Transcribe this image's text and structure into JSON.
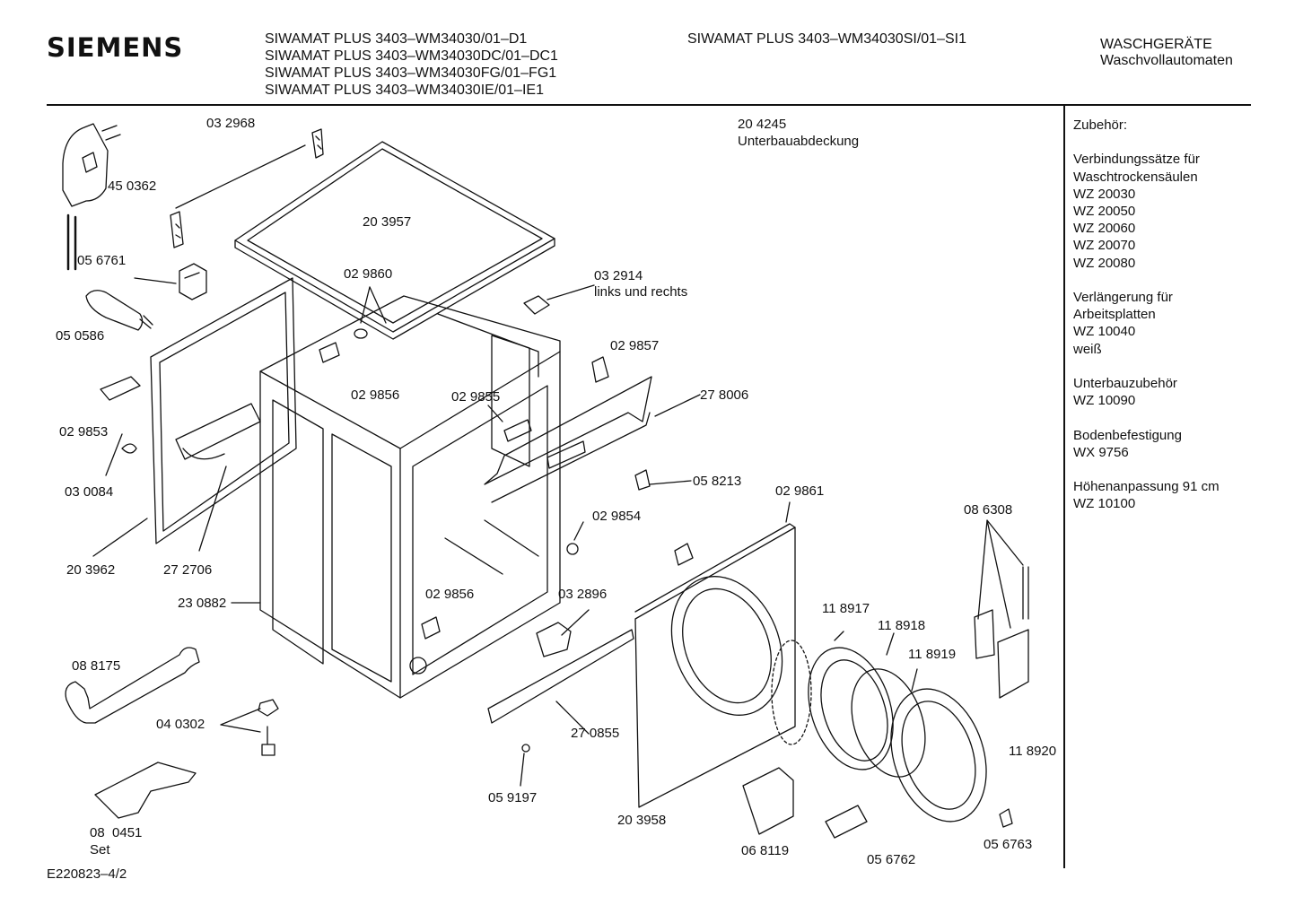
{
  "header": {
    "brand": "SIEMENS",
    "models_left": [
      "SIWAMAT PLUS 3403–WM34030/01–D1",
      "SIWAMAT PLUS 3403–WM34030DC/01–DC1",
      "SIWAMAT PLUS 3403–WM34030FG/01–FG1",
      "SIWAMAT PLUS 3403–WM34030IE/01–IE1"
    ],
    "model_right": "SIWAMAT PLUS 3403–WM34030SI/01–SI1",
    "category": [
      "WASCHGERÄTE",
      "Waschvollautomaten"
    ]
  },
  "sidebar": {
    "text": "Zubehör:\n\nVerbindungssätze für\nWaschtrockensäulen\nWZ 20030\nWZ 20050\nWZ 20060\nWZ 20070\nWZ 20080\n\nVerlängerung für\nArbeitsplatten\nWZ 10040\nweiß\n\nUnterbauzubehör\nWZ 10090\n\nBodenbefestigung\nWX 9756\n\nHöhenanpassung 91 cm\nWZ 10100"
  },
  "parts": [
    {
      "id": "p_032968",
      "label": "03 2968"
    },
    {
      "id": "p_450362",
      "label": "45 0362"
    },
    {
      "id": "p_203957",
      "label": "20 3957"
    },
    {
      "id": "p_204245a",
      "label": "20 4245"
    },
    {
      "id": "p_204245b",
      "label": "Unterbauabdeckung"
    },
    {
      "id": "p_056761",
      "label": "05 6761"
    },
    {
      "id": "p_029860",
      "label": "02 9860"
    },
    {
      "id": "p_032914a",
      "label": "03 2914"
    },
    {
      "id": "p_032914b",
      "label": "links und rechts"
    },
    {
      "id": "p_050586",
      "label": "05 0586"
    },
    {
      "id": "p_029857",
      "label": "02 9857"
    },
    {
      "id": "p_029856a",
      "label": "02 9856"
    },
    {
      "id": "p_029855",
      "label": "02 9855"
    },
    {
      "id": "p_278006",
      "label": "27 8006"
    },
    {
      "id": "p_029853",
      "label": "02 9853"
    },
    {
      "id": "p_030084",
      "label": "03 0084"
    },
    {
      "id": "p_058213",
      "label": "05 8213"
    },
    {
      "id": "p_029861",
      "label": "02 9861"
    },
    {
      "id": "p_029854",
      "label": "02 9854"
    },
    {
      "id": "p_086308",
      "label": "08 6308"
    },
    {
      "id": "p_203962",
      "label": "20 3962"
    },
    {
      "id": "p_272706",
      "label": "27 2706"
    },
    {
      "id": "p_230882",
      "label": "23 0882"
    },
    {
      "id": "p_029856b",
      "label": "02 9856"
    },
    {
      "id": "p_032896",
      "label": "03 2896"
    },
    {
      "id": "p_118917",
      "label": "11 8917"
    },
    {
      "id": "p_118918",
      "label": "11 8918"
    },
    {
      "id": "p_118919",
      "label": "11 8919"
    },
    {
      "id": "p_088175",
      "label": "08 8175"
    },
    {
      "id": "p_040302",
      "label": "04 0302"
    },
    {
      "id": "p_270855",
      "label": "27 0855"
    },
    {
      "id": "p_118920",
      "label": "11 8920"
    },
    {
      "id": "p_059197",
      "label": "05 9197"
    },
    {
      "id": "p_080451a",
      "label": "08  0451"
    },
    {
      "id": "p_080451b",
      "label": "Set"
    },
    {
      "id": "p_203958",
      "label": "20 3958"
    },
    {
      "id": "p_068119",
      "label": "06 8119"
    },
    {
      "id": "p_056762",
      "label": "05 6762"
    },
    {
      "id": "p_056763",
      "label": "05 6763"
    }
  ],
  "footer": {
    "code": "E220823–4/2"
  }
}
